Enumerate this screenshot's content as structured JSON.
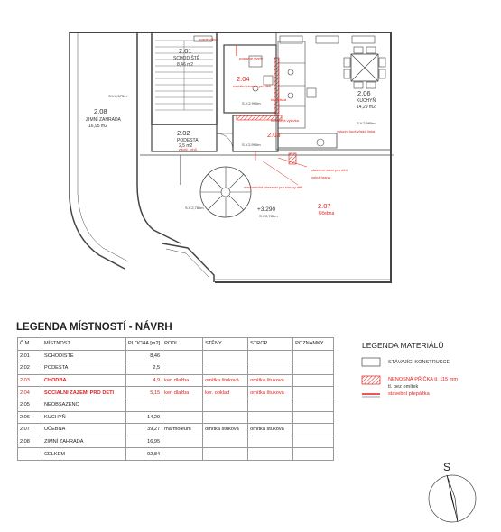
{
  "plan": {
    "rooms": [
      {
        "id": "2.01",
        "name": "SCHODIŠTĚ",
        "area": "8,46 m2"
      },
      {
        "id": "2.02",
        "name": "PODESTA",
        "area": "2,5 m2"
      },
      {
        "id": "2.03",
        "name": "",
        "area": ""
      },
      {
        "id": "2.04",
        "name": "",
        "area": ""
      },
      {
        "id": "2.06",
        "name": "KUCHYŇ",
        "area": "14,29 m2"
      },
      {
        "id": "2.07",
        "name": "Učebna",
        "area": ""
      },
      {
        "id": "2.08",
        "name": "ZIMNÍ ZAHRADA",
        "area": "16,95 m2"
      }
    ],
    "level_mark": "+3.290",
    "level_mark_sub": "S.V.2,780m",
    "annotations": [
      "nosné zdivo",
      "posuvné dveře",
      "sociální zázemí pro děti",
      "nerezová výlevka",
      "zaobl. rohů",
      "volná hrana",
      "vstupní kuchyňská linka",
      "stavební otvor pro děti",
      "mechanické ohrazení pro sloupy dětí",
      "kr. dětská"
    ],
    "height_marks": [
      "S.V.2,575m",
      "S.V.2,990m",
      "S.V.2,990m",
      "S.V.2,990m",
      "S.V.2,780m"
    ]
  },
  "legend_rooms": {
    "title": "LEGENDA MÍSTNOSTÍ - NÁVRH",
    "headers": [
      "Č.M.",
      "MÍSTNOST",
      "PLOCHA [m2]",
      "PODL.",
      "STĚNY",
      "STROP",
      "POZNÁMKY"
    ],
    "rows": [
      {
        "cm": "2.01",
        "name": "SCHODIŠTĚ",
        "area": "8,46",
        "floor": "",
        "walls": "",
        "ceiling": "",
        "note": "",
        "red": false
      },
      {
        "cm": "2.02",
        "name": "PODESTA",
        "area": "2,5",
        "floor": "",
        "walls": "",
        "ceiling": "",
        "note": "",
        "red": false
      },
      {
        "cm": "2.03",
        "name": "CHODBA",
        "area": "4,9",
        "floor": "ker. dlažba",
        "walls": "omítka štuková",
        "ceiling": "omítka štuková",
        "note": "",
        "red": true
      },
      {
        "cm": "2.04",
        "name": "SOCIÁLNÍ ZÁZEMÍ PRO DĚTI",
        "area": "5,15",
        "floor": "ker. dlažba",
        "walls": "ker. obklad",
        "ceiling": "omítka štuková",
        "note": "",
        "red": true
      },
      {
        "cm": "2.05",
        "name": "NEOBSAZENO",
        "area": "",
        "floor": "",
        "walls": "",
        "ceiling": "",
        "note": "",
        "red": false
      },
      {
        "cm": "2.06",
        "name": "KUCHYŇ",
        "area": "14,29",
        "floor": "",
        "walls": "",
        "ceiling": "",
        "note": "",
        "red": false
      },
      {
        "cm": "2.07",
        "name": "UČEBNA",
        "area": "39,27",
        "floor": "marmoleum",
        "walls": "omítka štuková",
        "ceiling": "omítka štuková",
        "note": "",
        "red": false
      },
      {
        "cm": "2.08",
        "name": "ZIMNÍ ZAHRADA",
        "area": "16,95",
        "floor": "",
        "walls": "",
        "ceiling": "",
        "note": "",
        "red": false
      },
      {
        "cm": "",
        "name": "CELKEM",
        "area": "92,84",
        "floor": "",
        "walls": "",
        "ceiling": "",
        "note": "",
        "red": false
      }
    ]
  },
  "legend_materials": {
    "title": "LEGENDA MATERIÁLŮ",
    "existing": "STÁVAJÍCÍ KONSTRUKCE",
    "partition_1": "NENOSNÁ PŘÍČKA tl. 115 mm",
    "partition_2": "tl. bez omítek",
    "door": "stavební přepážka"
  },
  "north": {
    "label": "S"
  },
  "colors": {
    "red": "#e0211c",
    "line": "#333333",
    "hatch": "#e0211c"
  }
}
